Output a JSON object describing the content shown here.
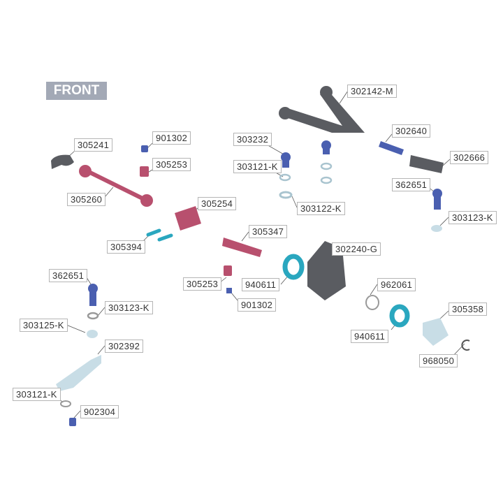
{
  "title": "FRONT",
  "parts": [
    {
      "label": "305241"
    },
    {
      "label": "901302"
    },
    {
      "label": "305253"
    },
    {
      "label": "305260"
    },
    {
      "label": "305254"
    },
    {
      "label": "305394"
    },
    {
      "label": "303232"
    },
    {
      "label": "303121-K"
    },
    {
      "label": "303122-K"
    },
    {
      "label": "302142-M"
    },
    {
      "label": "302640"
    },
    {
      "label": "302666"
    },
    {
      "label": "362651"
    },
    {
      "label": "303123-K"
    },
    {
      "label": "305347"
    },
    {
      "label": "302240-G"
    },
    {
      "label": "940611"
    },
    {
      "label": "305253"
    },
    {
      "label": "901302"
    },
    {
      "label": "962061"
    },
    {
      "label": "940611"
    },
    {
      "label": "305358"
    },
    {
      "label": "968050"
    },
    {
      "label": "362651"
    },
    {
      "label": "303123-K"
    },
    {
      "label": "303125-K"
    },
    {
      "label": "302392"
    },
    {
      "label": "303121-K"
    },
    {
      "label": "902304"
    }
  ],
  "colors": {
    "pink": "#b8506e",
    "blue": "#4a5fb0",
    "teal": "#2aa7bf",
    "gray": "#5a5c61",
    "light": "#c8dde6"
  }
}
